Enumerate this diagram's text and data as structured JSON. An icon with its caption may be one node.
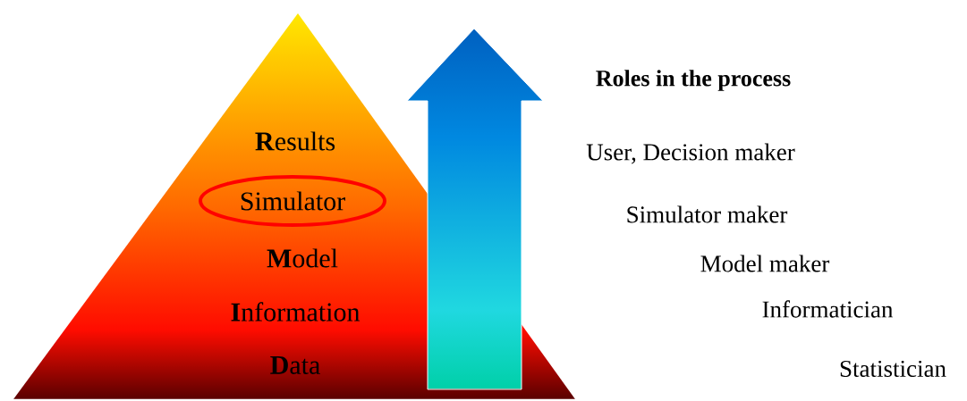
{
  "diagram": {
    "title": "Roles in the process",
    "nodes": [
      {
        "text": [
          "**R**esults",
          "**M**odel",
          "**I**nformation",
          "**D**ata"
        ]
      },
      {
        "text": [
          "Simulator"
        ],
        "in": 0
      }
    ],
    "labels": [
      "User, Decision maker",
      "Simulator maker",
      "Model maker",
      "Informatician",
      "Statistician"
    ]
  }
}
